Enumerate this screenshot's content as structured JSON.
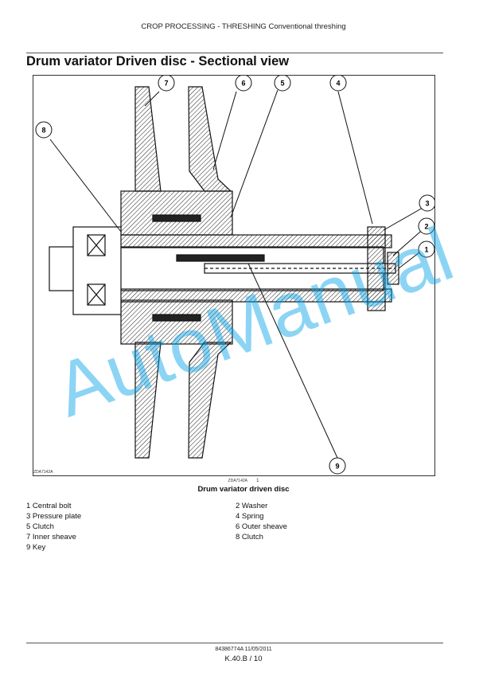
{
  "header": {
    "text": "CROP PROCESSING - THRESHING Conventional threshing"
  },
  "section": {
    "title": "Drum variator Driven disc - Sectional view"
  },
  "figure": {
    "code_left": "ZDA7142A",
    "code_small": "ZDA7142A",
    "number": "1",
    "caption": "Drum variator driven disc",
    "callouts": [
      "1",
      "2",
      "3",
      "4",
      "5",
      "6",
      "7",
      "8",
      "9"
    ]
  },
  "legend": {
    "left": [
      "1 Central bolt",
      "3 Pressure plate",
      "5 Clutch",
      "7 Inner sheave",
      "9 Key"
    ],
    "right": [
      "2 Washer",
      "4 Spring",
      "6 Outer sheave",
      "8 Clutch"
    ]
  },
  "watermark": {
    "text": "AutoManual",
    "color": "#00a0e6"
  },
  "footer": {
    "doc": "84386774A 11/05/2011",
    "page": "K.40.B / 10"
  }
}
